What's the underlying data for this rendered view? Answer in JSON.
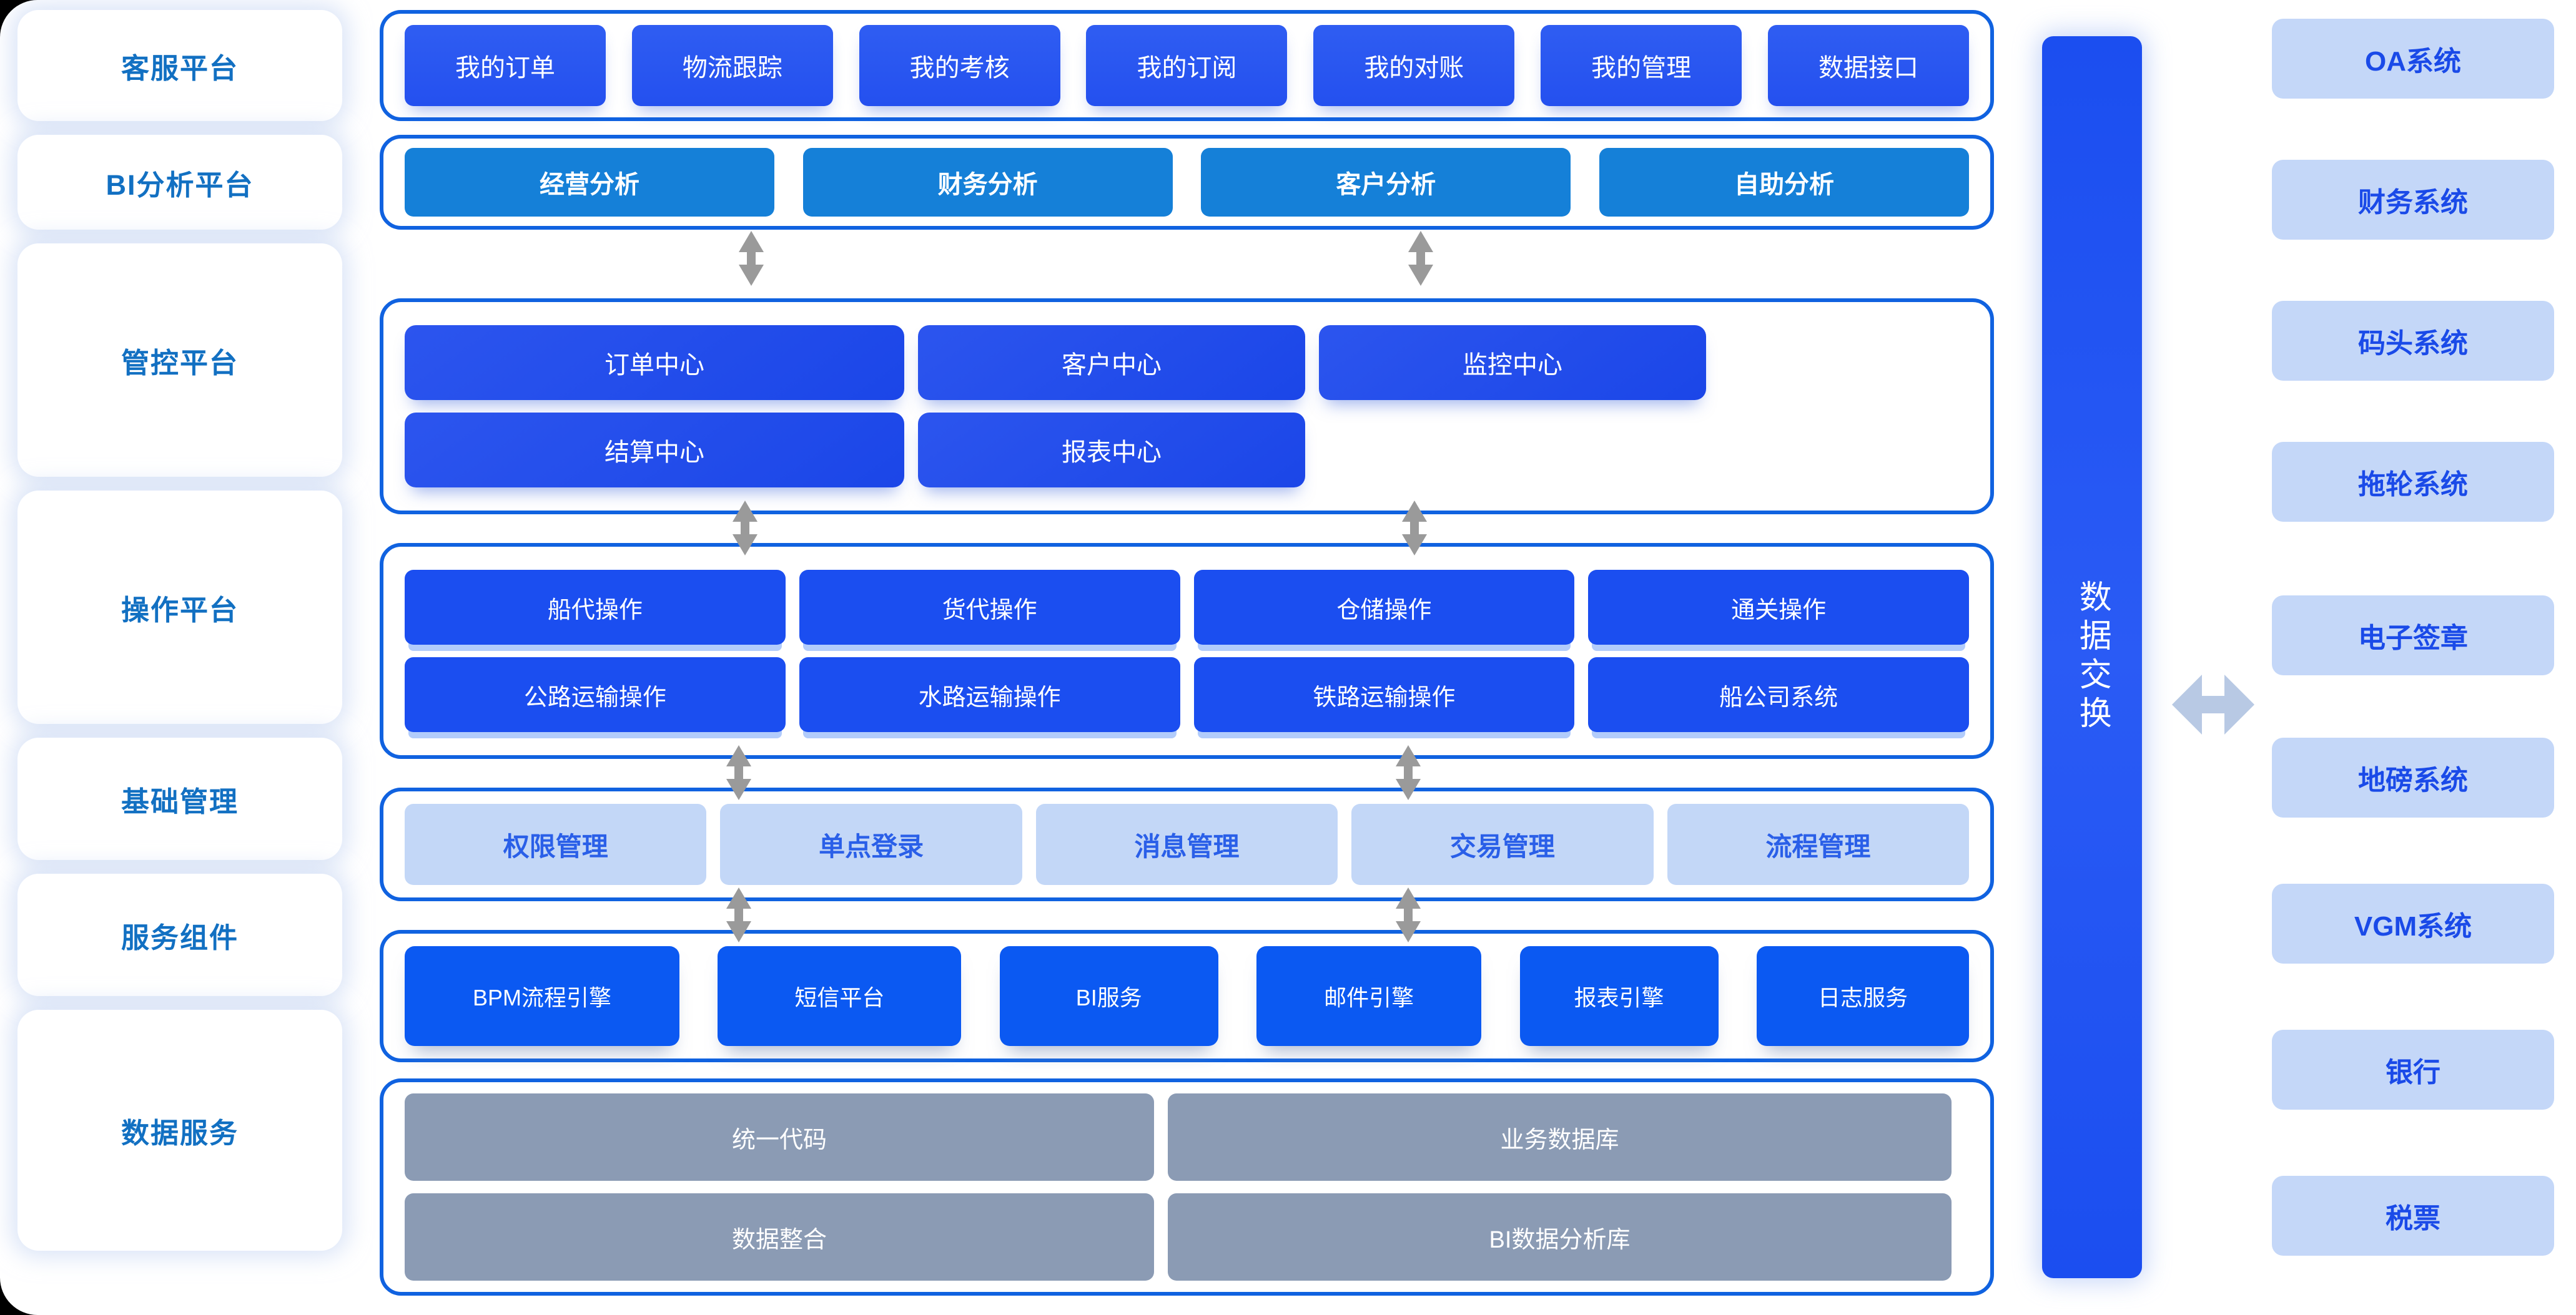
{
  "colors": {
    "accent_blue": "#1062e0",
    "chip_blue": "#2450ef",
    "bi_blue": "#1580d8",
    "op_blue": "#1b4ef0",
    "base_chip_bg": "#c3d7f7",
    "base_chip_text": "#2a5fe8",
    "service_blue": "#0b59f2",
    "data_gray": "#8b9bb4",
    "sidebar_label": "#1270c2",
    "external_bg": "#c4d7f8",
    "external_text": "#1a4ae8",
    "arrow_gray": "#9a9a9a",
    "arrow_lightblue": "#b8c9e4"
  },
  "sidebar": {
    "items": [
      {
        "label": "客服平台"
      },
      {
        "label": "BI分析平台"
      },
      {
        "label": "管控平台"
      },
      {
        "label": "操作平台"
      },
      {
        "label": "基础管理"
      },
      {
        "label": "服务组件"
      },
      {
        "label": "数据服务"
      }
    ]
  },
  "layers": [
    {
      "key": "customer_service",
      "sidebar_label": "客服平台",
      "rows": [
        {
          "items": [
            "我的订单",
            "物流跟踪",
            "我的考核",
            "我的订阅",
            "我的对账",
            "我的管理",
            "数据接口"
          ]
        }
      ]
    },
    {
      "key": "bi_analysis",
      "sidebar_label": "BI分析平台",
      "rows": [
        {
          "items": [
            "经营分析",
            "财务分析",
            "客户分析",
            "自助分析"
          ]
        }
      ]
    },
    {
      "key": "control_platform",
      "sidebar_label": "管控平台",
      "rows": [
        {
          "items": [
            "订单中心",
            "客户中心",
            "监控中心"
          ]
        },
        {
          "items": [
            "结算中心",
            "报表中心"
          ]
        }
      ]
    },
    {
      "key": "operation_platform",
      "sidebar_label": "操作平台",
      "rows": [
        {
          "items": [
            "船代操作",
            "货代操作",
            "仓储操作",
            "通关操作"
          ]
        },
        {
          "items": [
            "公路运输操作",
            "水路运输操作",
            "铁路运输操作",
            "船公司系统"
          ]
        }
      ]
    },
    {
      "key": "base_management",
      "sidebar_label": "基础管理",
      "rows": [
        {
          "items": [
            "权限管理",
            "单点登录",
            "消息管理",
            "交易管理",
            "流程管理"
          ]
        }
      ]
    },
    {
      "key": "service_components",
      "sidebar_label": "服务组件",
      "rows": [
        {
          "items": [
            "BPM流程引擎",
            "短信平台",
            "BI服务",
            "邮件引擎",
            "报表引擎",
            "日志服务"
          ]
        }
      ]
    },
    {
      "key": "data_services",
      "sidebar_label": "数据服务",
      "rows": [
        {
          "items": [
            "统一代码",
            "业务数据库"
          ]
        },
        {
          "items": [
            "数据整合",
            "BI数据分析库"
          ]
        }
      ]
    }
  ],
  "exchange": {
    "label": "数据交换"
  },
  "externals": {
    "items": [
      {
        "label": "OA系统"
      },
      {
        "label": "财务系统"
      },
      {
        "label": "码头系统"
      },
      {
        "label": "拖轮系统"
      },
      {
        "label": "电子签章"
      },
      {
        "label": "地磅系统"
      },
      {
        "label": "VGM系统"
      },
      {
        "label": "银行"
      },
      {
        "label": "税票"
      }
    ]
  }
}
